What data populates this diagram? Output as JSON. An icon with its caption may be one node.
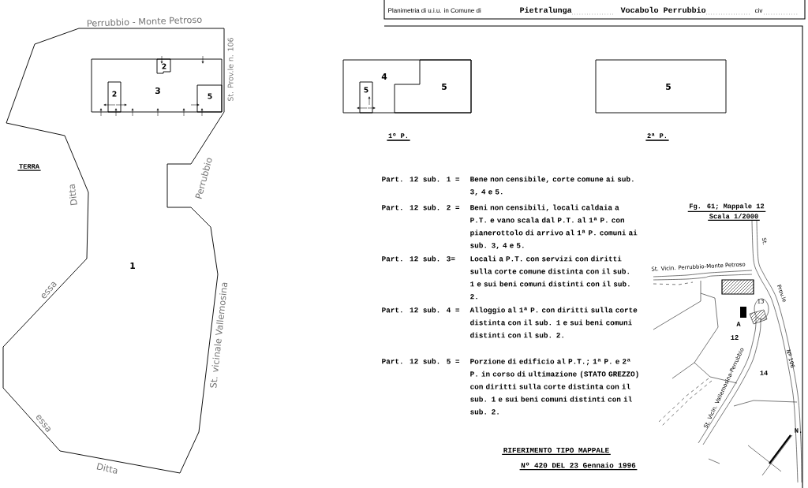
{
  "diagram": {
    "nodes": [
      {
        "text": [
          "1"
        ]
      },
      {
        "text": [
          "3"
        ],
        "in": 0
      },
      {
        "text": [
          "2"
        ],
        "in": 1
      },
      {
        "text": [
          "2"
        ],
        "in": 1
      },
      {
        "text": [
          "5"
        ],
        "in": 1
      },
      {
        "text": [
          "4"
        ],
        "beside": [
          "1º P."
        ]
      },
      {
        "text": [
          "5"
        ],
        "in": 5
      },
      {
        "text": [
          "5"
        ],
        "in": 5
      },
      {
        "text": [
          "5"
        ],
        "beside": [
          "2ª P."
        ]
      }
    ],
    "labels": [
      "Planimetria di u.i.u. in Comune di",
      "Pietralunga",
      "Vocabolo Perrubbio",
      "civ",
      "Perrubbio - Monte Petroso",
      "St. Prov.le n. 106",
      "TERRA",
      "Ditta",
      "Perrubbio",
      "essa",
      "St. vicinale Vallemosina",
      "essa",
      "Ditta",
      "Part. 12 sub. 1 =",
      "Bene non censibile, corte comune ai sub. 3, 4 e 5.",
      "Part. 12 sub. 2 =",
      "Beni non censibili, locali caldaia a P.T. e vano scala dal P.T. al 1ª P. con pianerottolo di arrivo al 1ª P. comuni ai sub. 3, 4 e 5.",
      "Part. 12 sub. 3=",
      "Locali a P.T. con servizi con diritti sulla corte comune distinta con il sub. 1 e sui beni comuni distinti con il sub. 2.",
      "Part. 12 sub. 4 =",
      "Alloggio al 1ª P. con diritti sulla corte distinta con il sub. 1 e sui beni comuni distinti con il sub. 2.",
      "Part. 12 sub. 5 =",
      "Porzione di edificio al P.T.; 1ª P. e 2ª P. in corso di ultimazione (STATO GREZZO) con diritti sulla corte distinta con il sub. 1 e sui beni comuni distinti con il sub. 2.",
      "Fg. 61; Mappale 12",
      "Scala 1/2000",
      "St. Vicin. Perrubbio-Monte Petroso",
      "St.",
      "Prov.le",
      "A",
      "13",
      "12",
      "Nº 106",
      "14",
      "St. Vicin. Vallemosina-Perrubbio",
      "N.",
      "RIFERIMENTO TIPO MAPPALE",
      "Nº 420 DEL 23 Gennaio 1996"
    ]
  }
}
